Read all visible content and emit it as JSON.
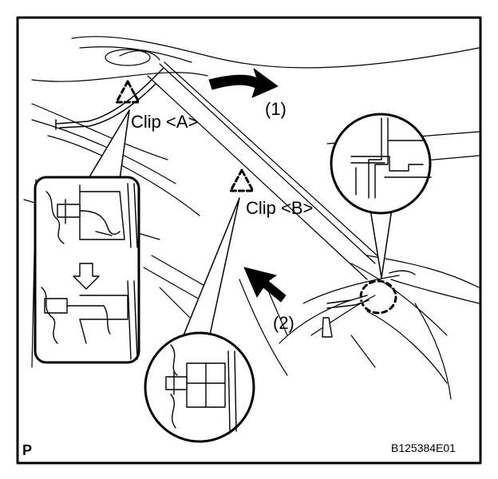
{
  "illustration": {
    "callouts": {
      "clip_a": "Clip <A>",
      "clip_b": "Clip <B>"
    },
    "steps": {
      "step_1": "(1)",
      "step_2": "(2)"
    },
    "corner_mark": "P",
    "figure_code": "B125384E01"
  }
}
